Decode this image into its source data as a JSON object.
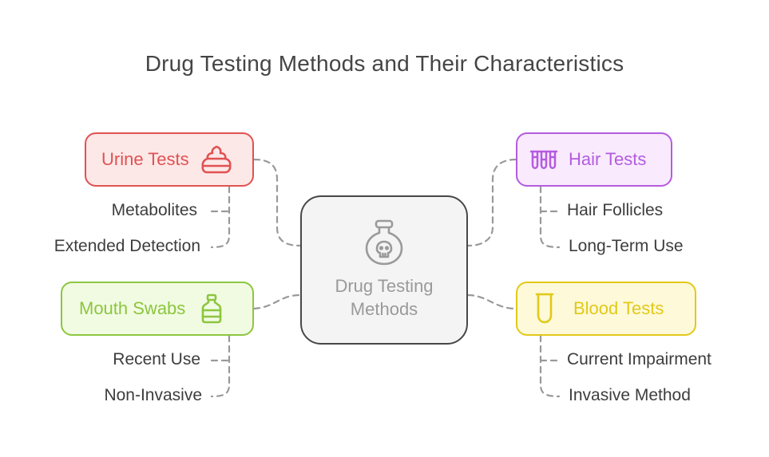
{
  "title": "Drug Testing Methods and Their Characteristics",
  "center": {
    "label_line1": "Drug Testing",
    "label_line2": "Methods",
    "icon": "poison-flask-icon",
    "color": "#9a9a9a"
  },
  "branches": {
    "urine": {
      "label": "Urine Tests",
      "icon": "poop-icon",
      "color": "#e05252",
      "fill": "#fde8e8",
      "leaves": [
        "Metabolites",
        "Extended Detection"
      ]
    },
    "hair": {
      "label": "Hair Tests",
      "icon": "test-tubes-icon",
      "color": "#b45be0",
      "fill": "#f9ebfd",
      "leaves": [
        "Hair Follicles",
        "Long-Term Use"
      ]
    },
    "mouth": {
      "label": "Mouth Swabs",
      "icon": "bottle-icon",
      "color": "#8cc63f",
      "fill": "#f1fbe2",
      "leaves": [
        "Recent Use",
        "Non-Invasive"
      ]
    },
    "blood": {
      "label": "Blood Tests",
      "icon": "test-tube-icon",
      "color": "#e2c918",
      "fill": "#fdf9d9",
      "leaves": [
        "Current Impairment",
        "Invasive Method"
      ]
    }
  }
}
